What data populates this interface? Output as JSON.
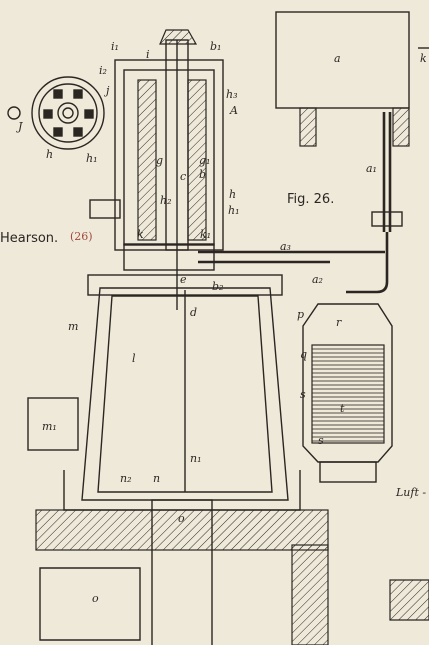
{
  "figure_label": "Fig. 26.",
  "caption": {
    "name": "Hearson.",
    "number": "(26)"
  },
  "right_edge_text": "Luft -",
  "right_edge_fragment": "k",
  "part_labels": {
    "a": "a",
    "a1": "a₁",
    "a2": "a₂",
    "a3": "a₃",
    "b": "b",
    "b1": "b₁",
    "b2": "b₂",
    "c": "c",
    "d": "d",
    "e": "e",
    "g": "g",
    "g1": "g₁",
    "h": "h",
    "h1": "h₁",
    "h2": "h₂",
    "h3": "h₃",
    "i": "i",
    "i1": "i₁",
    "i2": "i₂",
    "j": "j",
    "k": "k",
    "k1": "k₁",
    "A": "A",
    "J": "J",
    "l": "l",
    "m": "m",
    "m1": "m₁",
    "n": "n",
    "n1": "n₁",
    "n2": "n₂",
    "o": "o",
    "p": "p",
    "q": "q",
    "r": "r",
    "s": "s",
    "t": "t"
  },
  "palette": {
    "paper": "#efe9da",
    "ink": "#2b2622",
    "caption_number": "#a0493a"
  }
}
